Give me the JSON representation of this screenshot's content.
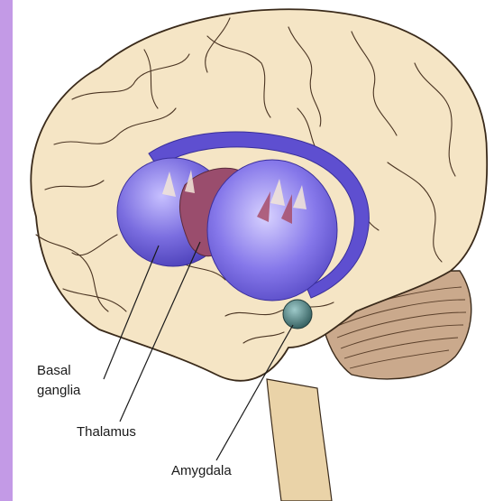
{
  "figure": {
    "labels": {
      "basal_line1": "Basal",
      "basal_line2": "ganglia",
      "thalamus": "Thalamus",
      "amygdala": "Amygdala"
    },
    "colors": {
      "side_strip": "#c39ae6",
      "brain_fill": "#f5e5c5",
      "brain_outline": "#3a2a1a",
      "basal_ganglia": "#6a5ad8",
      "thalamus": "#9a4a6a",
      "amygdala": "#3f6f6f",
      "brainstem": "#e9cfa2",
      "cerebellum": "#c8a98c"
    }
  }
}
